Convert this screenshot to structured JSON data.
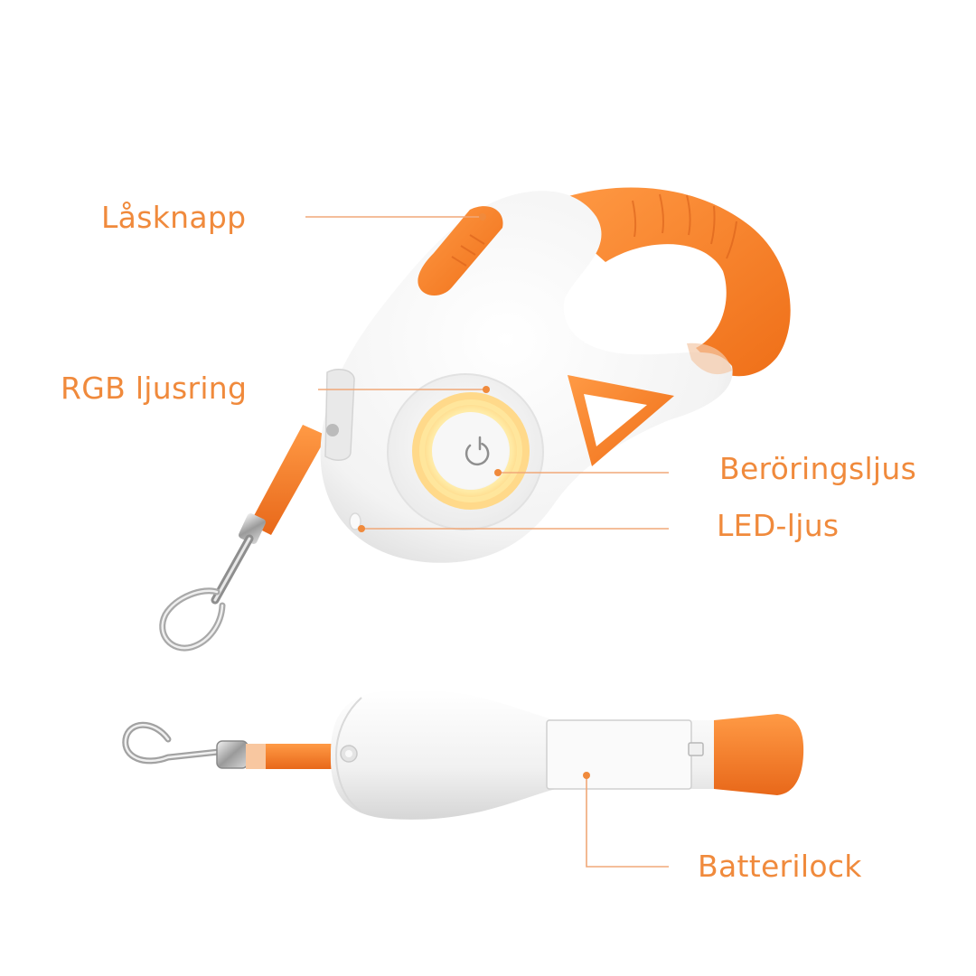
{
  "colors": {
    "accent": "#f08a3c",
    "leader": "#f0a878",
    "device_body": "#f2f2f2",
    "device_orange": "#f47a24",
    "ring_glow": "#ffe9a8"
  },
  "labels": {
    "lock_button": "Låsknapp",
    "rgb_ring": "RGB ljusring",
    "touch_light": "Beröringsljus",
    "led_light": "LED-ljus",
    "battery_cover": "Batterilock"
  },
  "icons": {
    "power": "power-icon"
  }
}
